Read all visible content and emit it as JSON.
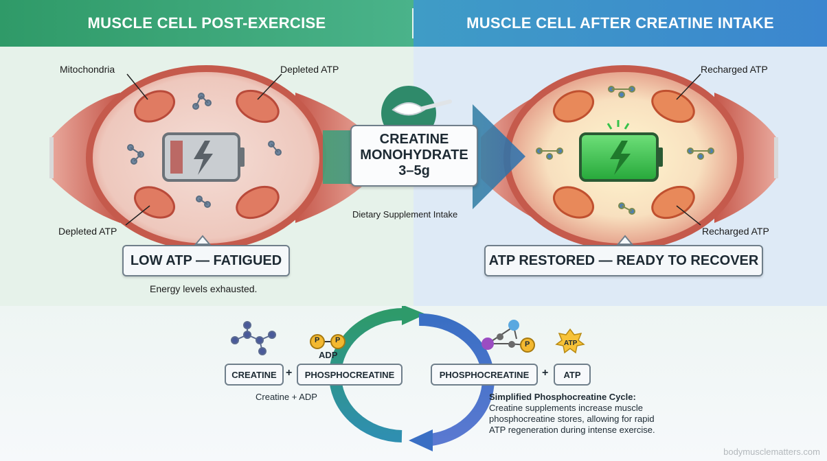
{
  "header": {
    "left_title": "MUSCLE CELL POST-EXERCISE",
    "right_title": "MUSCLE CELL AFTER CREATINE INTAKE"
  },
  "left_cell": {
    "label_mitochondria": "Mitochondria",
    "label_depleted_top": "Depleted ATP",
    "label_depleted_bottom": "Depleted ATP",
    "status": "LOW ATP — FATIGUED",
    "caption": "Energy levels exhausted."
  },
  "supplement": {
    "line1": "CREATINE",
    "line2": "MONOHYDRATE",
    "dose": "3–5g",
    "caption": "Dietary Supplement Intake"
  },
  "right_cell": {
    "label_recharged_top": "Recharged ATP",
    "label_recharged_bottom": "Recharged ATP",
    "status": "ATP RESTORED — READY TO RECOVER"
  },
  "cycle": {
    "creatine": "CREATINE",
    "phosphocreatine_left": "PHOSPHOCREATINE",
    "phosphocreatine_right": "PHOSPHOCREATINE",
    "atp": "ATP",
    "adp_label": "ADP",
    "plus": "+",
    "p_symbol": "P",
    "atp_star": "ATP",
    "left_caption": "Creatine + ADP",
    "note_title": "Simplified Phosphocreatine Cycle:",
    "note_line1": "Creatine supplements increase muscle",
    "note_line2": "phosphocreatine stores, allowing for rapid",
    "note_line3": "ATP regeneration during intense exercise."
  },
  "watermark": "bodymusclematters.com",
  "colors": {
    "header_left": "#3aa578",
    "header_right": "#3d92cb",
    "battery_low": "#9a9fa5",
    "battery_full": "#36c24a",
    "arrow_blue": "#2f7fb5",
    "cycle_green": "#2e9a6a",
    "cycle_blue": "#3a6fc4"
  }
}
